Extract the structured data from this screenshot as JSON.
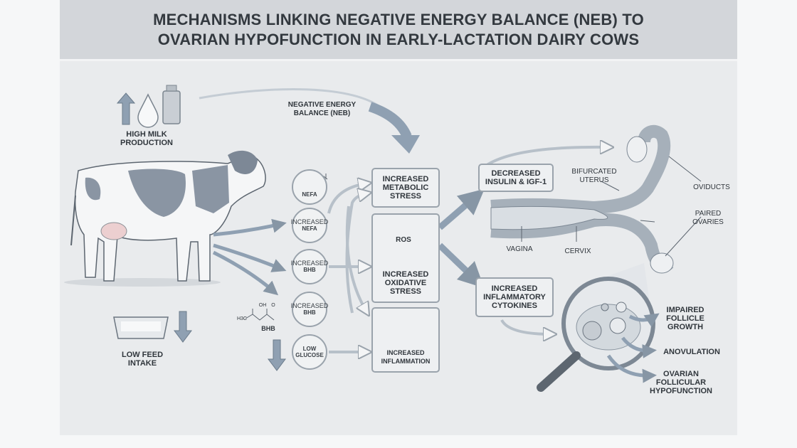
{
  "title": {
    "line1": "MECHANISMS LINKING NEGATIVE ENERGY BALANCE (NEB) TO",
    "line2": "OVARIAN HYPOFUNCTION IN EARLY-LACTATION DAIRY COWS"
  },
  "inputs": {
    "milk": "HIGH MILK PRODUCTION",
    "feed": "LOW FEED INTAKE",
    "neb": "NEGATIVE ENERGY BALANCE (NEB)"
  },
  "metabolites": [
    {
      "top": "",
      "main": "NEFA"
    },
    {
      "top": "INCREASED",
      "main": "NEFA"
    },
    {
      "top": "INCREASED",
      "main": "BHB"
    },
    {
      "top": "INCREASED",
      "main": "BHB"
    },
    {
      "top": "LOW",
      "main": "GLUCOSE"
    }
  ],
  "bhb_label": "BHB",
  "chem": {
    "oh": "OH",
    "o": "O",
    "h3c": "H3C"
  },
  "stress": {
    "metabolic": "INCREASED METABOLIC STRESS",
    "ros": "ROS",
    "oxidative": "INCREASED OXIDATIVE STRESS",
    "inflammation": "INCREASED INFLAMMATION"
  },
  "hormones": {
    "insulin": "DECREASED INSULIN & IGF-1",
    "cytokines": "INCREASED INFLAMMATORY CYTOKINES"
  },
  "anatomy": {
    "uterus": "BIFURCATED UTERUS",
    "oviducts": "OVIDUCTS",
    "ovaries": "PAIRED OVARIES",
    "vagina": "VAGINA",
    "cervix": "CERVIX"
  },
  "outcomes": [
    "IMPAIRED FOLLICLE GROWTH",
    "ANOVULATION",
    "OVARIAN FOLLICULAR HYPOFUNCTION"
  ]
}
